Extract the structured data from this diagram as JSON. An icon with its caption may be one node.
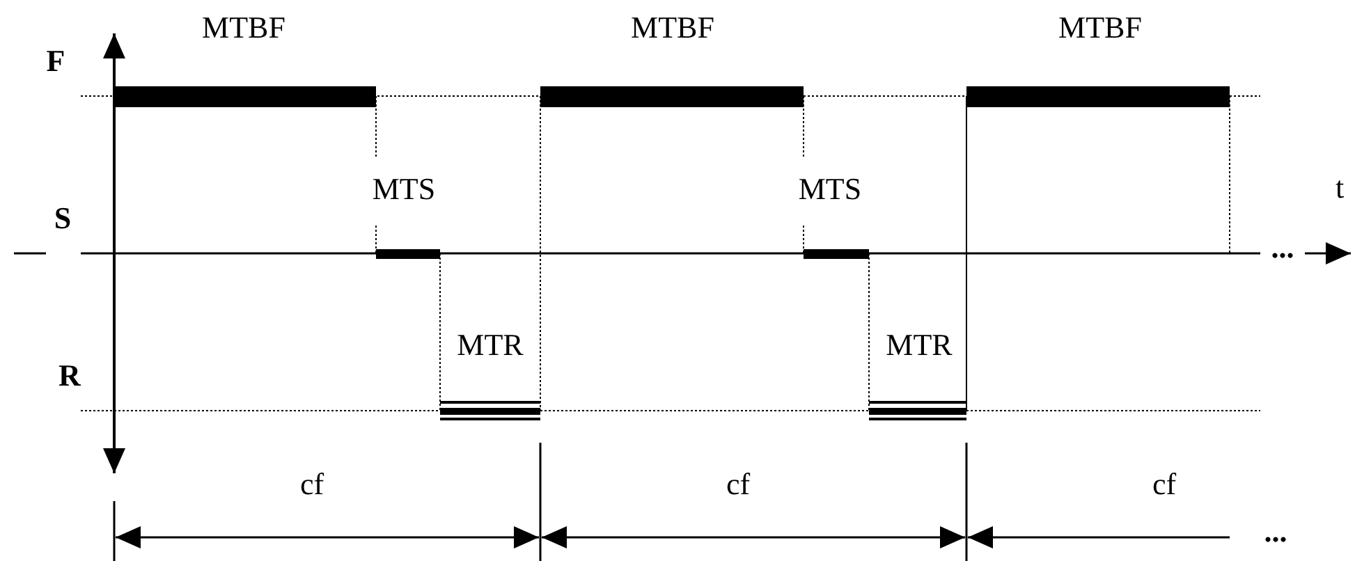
{
  "diagram": {
    "labels": [
      "MTBF",
      "MTBF",
      "MTBF",
      "F",
      "MTS",
      "MTS",
      "t",
      "S",
      "...",
      "MTR",
      "MTR",
      "R",
      "cf",
      "cf",
      "cf",
      "..."
    ]
  }
}
